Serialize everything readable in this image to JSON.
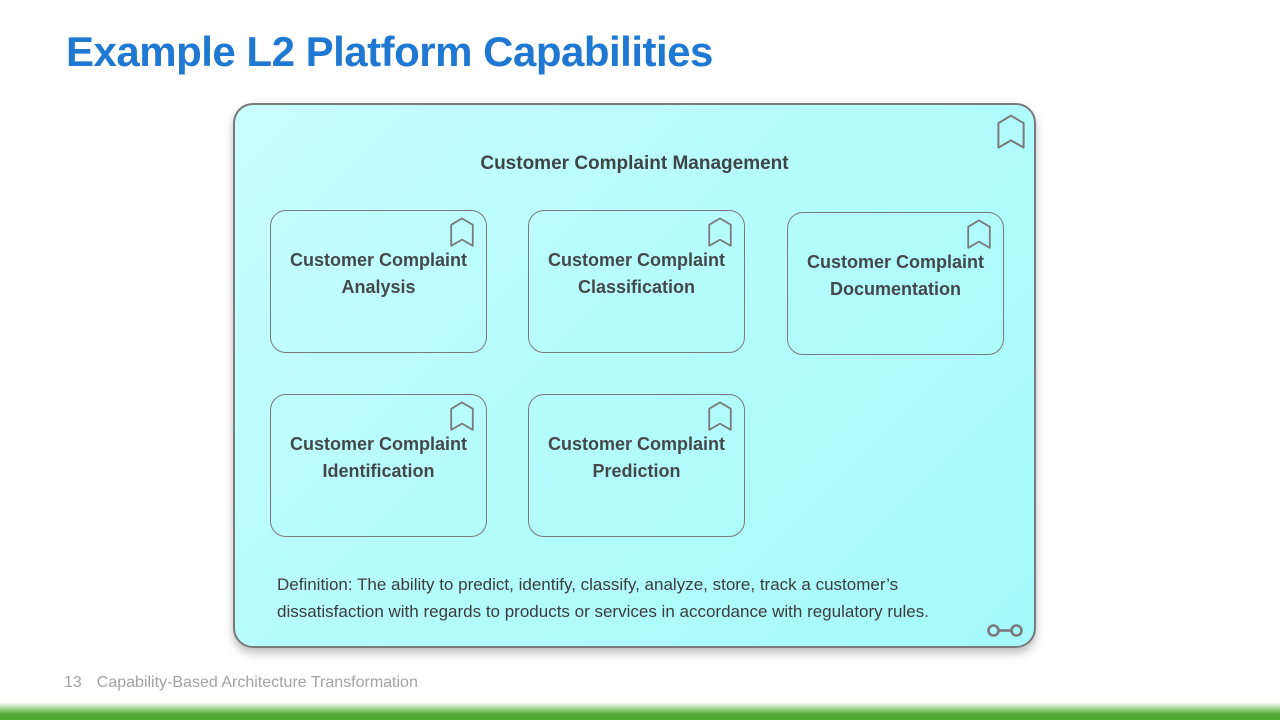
{
  "slide": {
    "title": "Example L2 Platform Capabilities",
    "title_color": "#1F78D1"
  },
  "diagram": {
    "parent": {
      "label": "Customer Complaint Management",
      "fill_color": "#b6fcfd",
      "border_color": "#7a7a7a",
      "icon": "bookmark-icon"
    },
    "children": [
      {
        "label": "Customer Complaint Analysis",
        "icon": "bookmark-icon"
      },
      {
        "label": "Customer Complaint Classification",
        "icon": "bookmark-icon"
      },
      {
        "label": "Customer Complaint Documentation",
        "icon": "bookmark-icon"
      },
      {
        "label": "Customer Complaint Identification",
        "icon": "bookmark-icon"
      },
      {
        "label": "Customer Complaint Prediction",
        "icon": "bookmark-icon"
      }
    ],
    "definition": "Definition: The ability to predict, identify, classify, analyze, store, track a customer’s dissatisfaction with regards to products or services in accordance with regulatory rules.",
    "corner_icon": "link-icon"
  },
  "footer": {
    "page_number": "13",
    "text": "Capability-Based Architecture Transformation",
    "bar_color": "#4ea72e"
  }
}
